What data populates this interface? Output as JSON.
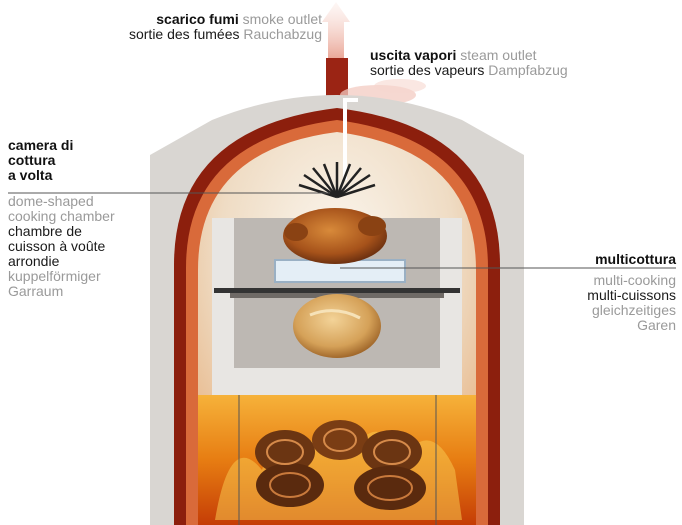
{
  "labels": {
    "smoke_outlet": {
      "it": "scarico fumi",
      "en": "smoke outlet",
      "fr": "sortie des fumées",
      "de": "Rauchabzug"
    },
    "steam_outlet": {
      "it": "uscita vapori",
      "en": "steam outlet",
      "fr": "sortie des vapeurs",
      "de": "Dampfabzug"
    },
    "dome_chamber": {
      "it_1": "camera di",
      "it_2": "cottura",
      "it_3": "a volta",
      "en_1": "dome-shaped",
      "en_2": "cooking chamber",
      "fr_1": "chambre de",
      "fr_2": "cuisson à voûte",
      "fr_3": "arrondie",
      "de_1": "kuppelförmiger",
      "de_2": "Garraum"
    },
    "multi_cooking": {
      "it": "multicottura",
      "en": "multi-cooking",
      "fr": "multi-cuissons",
      "de_1": "gleichzeitiges",
      "de_2": "Garen"
    }
  },
  "colors": {
    "outer_shell": "#d9d6d2",
    "inner_wall": "#8c1f0d",
    "glow": "#f0a56a",
    "chamber": "#efe4d4",
    "fire": "#e87a10",
    "chimney": "#9b2414",
    "insert": "#e8e6e3"
  }
}
